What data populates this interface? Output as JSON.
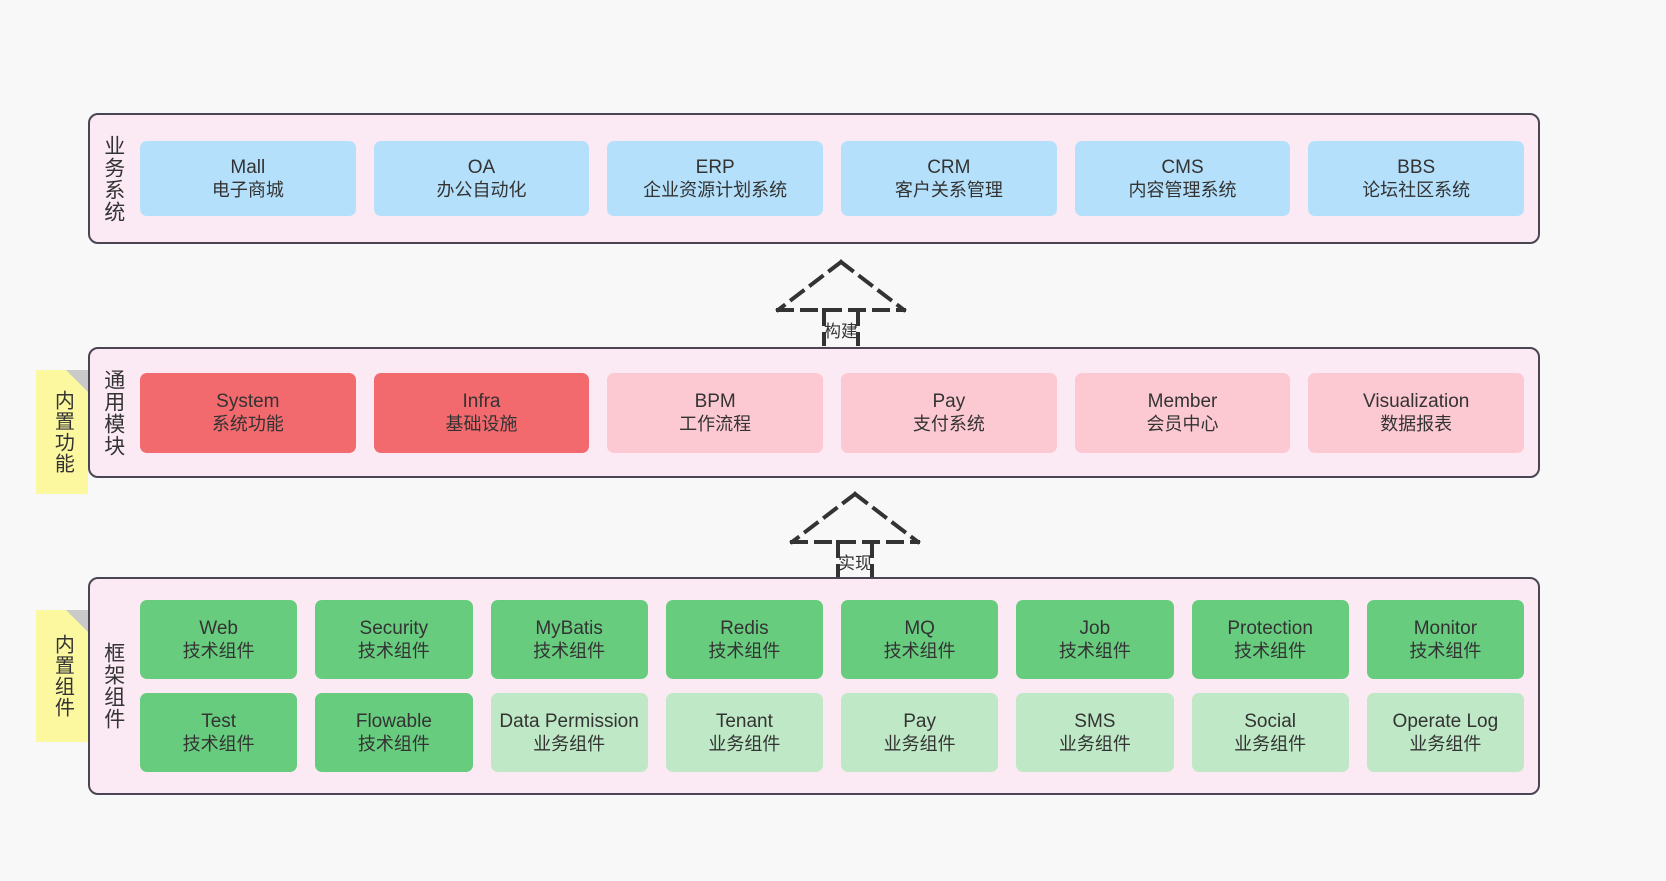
{
  "diagram": {
    "background_color": "#f8f8f8",
    "layer_fill": "#fbeaf4",
    "layer_border": "#4a4453",
    "note_color": "#fbf8a0"
  },
  "layers": [
    {
      "id": "business",
      "label": "业务系统",
      "card_color": "#b5e0fb",
      "rows": [
        {
          "cards": [
            {
              "en": "Mall",
              "cn": "电子商城",
              "color": "#b5e0fb"
            },
            {
              "en": "OA",
              "cn": "办公自动化",
              "color": "#b5e0fb"
            },
            {
              "en": "ERP",
              "cn": "企业资源计划系统",
              "color": "#b5e0fb"
            },
            {
              "en": "CRM",
              "cn": "客户关系管理",
              "color": "#b5e0fb"
            },
            {
              "en": "CMS",
              "cn": "内容管理系统",
              "color": "#b5e0fb"
            },
            {
              "en": "BBS",
              "cn": "论坛社区系统",
              "color": "#b5e0fb"
            }
          ]
        }
      ]
    },
    {
      "id": "modules",
      "label": "通用模块",
      "rows": [
        {
          "cards": [
            {
              "en": "System",
              "cn": "系统功能",
              "color": "#f2696e"
            },
            {
              "en": "Infra",
              "cn": "基础设施",
              "color": "#f2696e"
            },
            {
              "en": "BPM",
              "cn": "工作流程",
              "color": "#fcc9d2"
            },
            {
              "en": "Pay",
              "cn": "支付系统",
              "color": "#fcc9d2"
            },
            {
              "en": "Member",
              "cn": "会员中心",
              "color": "#fcc9d2"
            },
            {
              "en": "Visualization",
              "cn": "数据报表",
              "color": "#fcc9d2"
            }
          ]
        }
      ]
    },
    {
      "id": "framework",
      "label": "框架组件",
      "rows": [
        {
          "cards": [
            {
              "en": "Web",
              "cn": "技术组件",
              "color": "#68cc7f"
            },
            {
              "en": "Security",
              "cn": "技术组件",
              "color": "#68cc7f"
            },
            {
              "en": "MyBatis",
              "cn": "技术组件",
              "color": "#68cc7f"
            },
            {
              "en": "Redis",
              "cn": "技术组件",
              "color": "#68cc7f"
            },
            {
              "en": "MQ",
              "cn": "技术组件",
              "color": "#68cc7f"
            },
            {
              "en": "Job",
              "cn": "技术组件",
              "color": "#68cc7f"
            },
            {
              "en": "Protection",
              "cn": "技术组件",
              "color": "#68cc7f"
            },
            {
              "en": "Monitor",
              "cn": "技术组件",
              "color": "#68cc7f"
            }
          ]
        },
        {
          "cards": [
            {
              "en": "Test",
              "cn": "技术组件",
              "color": "#68cc7f"
            },
            {
              "en": "Flowable",
              "cn": "技术组件",
              "color": "#68cc7f"
            },
            {
              "en": "Data Permission",
              "cn": "业务组件",
              "color": "#bfe9c6"
            },
            {
              "en": "Tenant",
              "cn": "业务组件",
              "color": "#bfe9c6"
            },
            {
              "en": "Pay",
              "cn": "业务组件",
              "color": "#bfe9c6"
            },
            {
              "en": "SMS",
              "cn": "业务组件",
              "color": "#bfe9c6"
            },
            {
              "en": "Social",
              "cn": "业务组件",
              "color": "#bfe9c6"
            },
            {
              "en": "Operate Log",
              "cn": "业务组件",
              "color": "#bfe9c6"
            }
          ]
        }
      ]
    }
  ],
  "notes": [
    {
      "id": "builtin-function",
      "label": "内置功能"
    },
    {
      "id": "builtin-component",
      "label": "内置组件"
    }
  ],
  "arrows": [
    {
      "id": "build",
      "label": "构建"
    },
    {
      "id": "realize",
      "label": "实现"
    }
  ]
}
